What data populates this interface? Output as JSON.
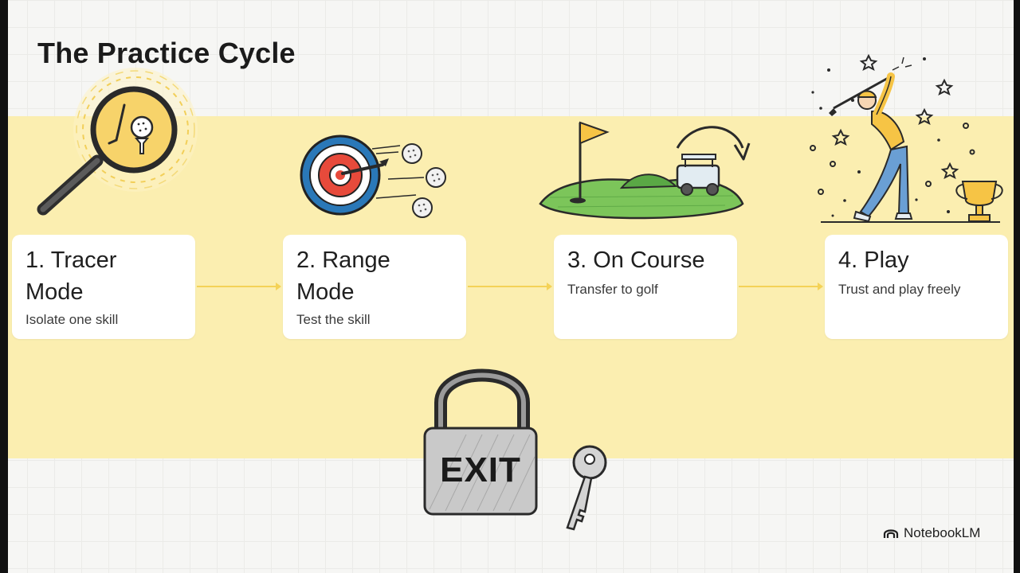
{
  "slide": {
    "title": "The Practice Cycle",
    "brand": "NotebookLM",
    "exit_sign": "EXIT"
  },
  "steps": [
    {
      "title": "1. Tracer Mode",
      "title_line1": "1. Tracer",
      "title_line2": "Mode",
      "subtitle": "Isolate one skill",
      "icon": "magnifier-golf-ball-icon"
    },
    {
      "title": "2. Range Mode",
      "title_line1": "2. Range",
      "title_line2": "Mode",
      "subtitle": "Test the skill",
      "icon": "target-golf-balls-icon"
    },
    {
      "title": "3. On Course",
      "subtitle": "Transfer to golf",
      "icon": "golf-course-cart-icon"
    },
    {
      "title": "4. Play",
      "subtitle": "Trust and play freely",
      "icon": "golfer-trophy-icon"
    }
  ],
  "colors": {
    "band": "#fbeeb0",
    "connector": "#f4d257",
    "target_red": "#e74a3b",
    "target_blue": "#2a78b8",
    "grass_green": "#7cc55a",
    "golfer_yellow": "#f6c445",
    "golfer_blue": "#6a9fd4"
  }
}
